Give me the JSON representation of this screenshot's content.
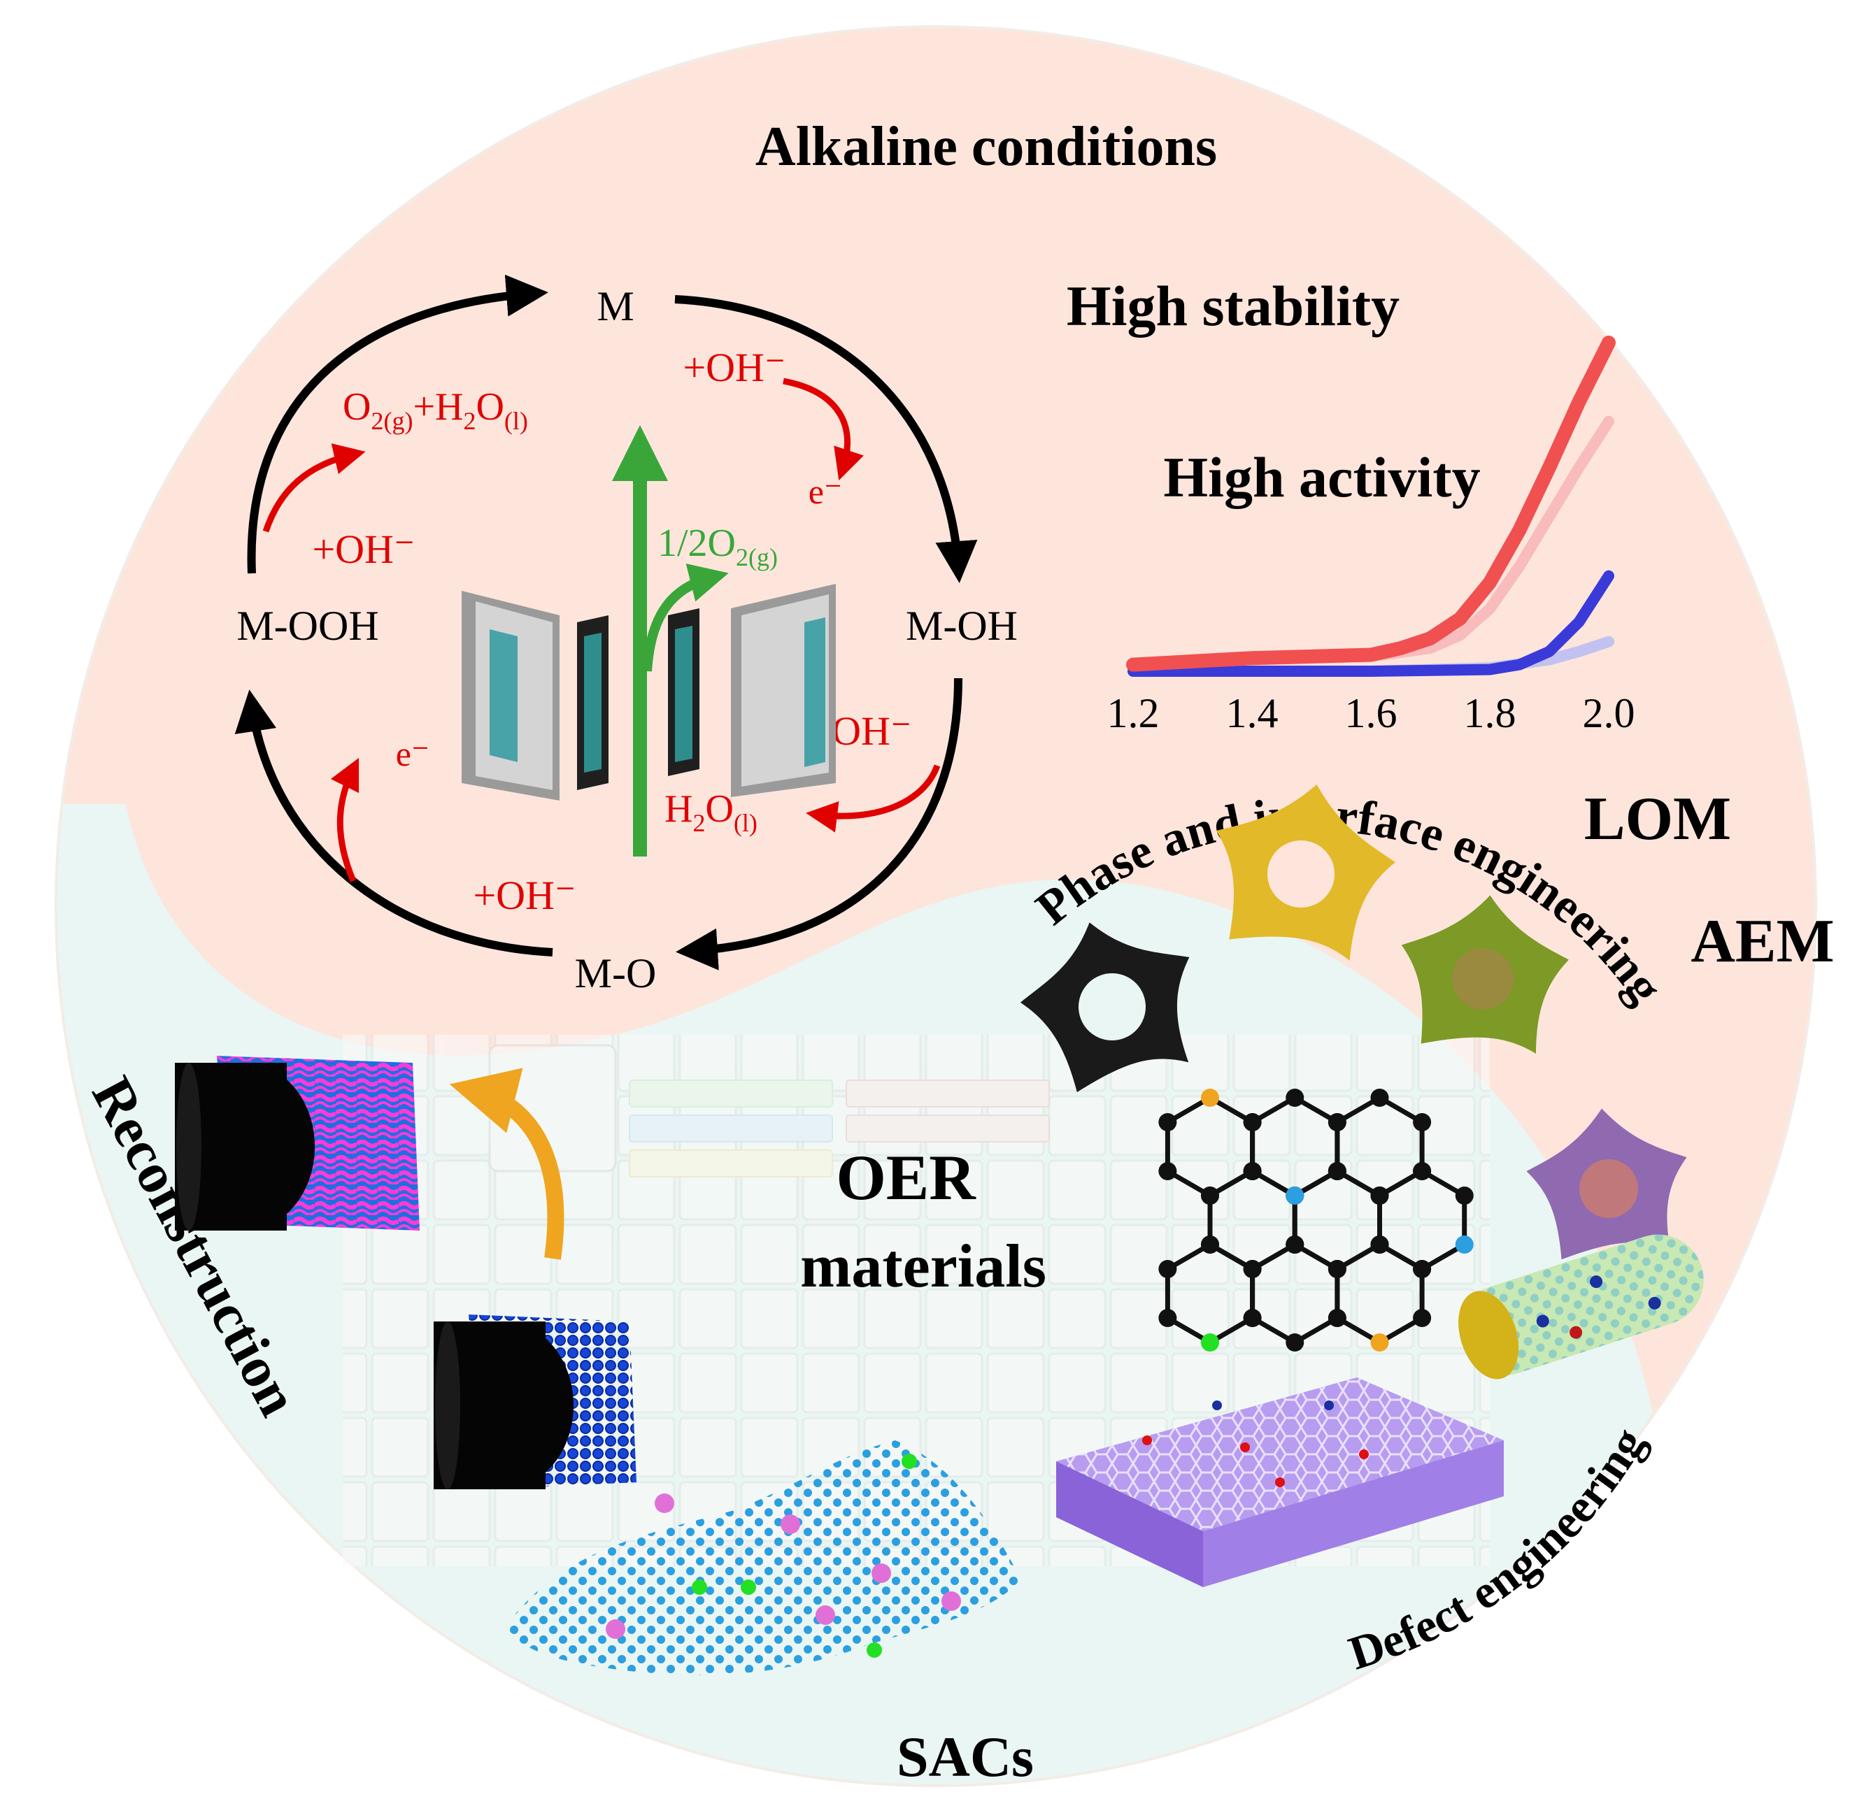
{
  "header": {
    "alkaline": "Alkaline conditions",
    "stability": "High stability",
    "activity": "High activity"
  },
  "cycle": {
    "m": "M",
    "m_oh": "M-OH",
    "m_o": "M-O",
    "m_ooh": "M-OOH",
    "oh_top_right": "+OH⁻",
    "e_right": "e⁻",
    "oh_left": "+OH⁻",
    "o2_h2o_1": "O",
    "o2_h2o_sub1": "2(g)",
    "o2_h2o_2": "+H",
    "o2_h2o_sub2": "2",
    "o2_h2o_3": "O",
    "o2_h2o_sub3": "(l)",
    "oh_right_lower": "+OH⁻",
    "h2o_1": "H",
    "h2o_sub1": "2",
    "h2o_2": "O",
    "h2o_sub2": "(l)",
    "e_left": "e⁻",
    "oh_bottom": "+OH⁻",
    "half_o2_1": "1/2O",
    "half_o2_sub": "2(g)"
  },
  "chart_data": {
    "type": "line",
    "x_ticks": [
      "1.2",
      "1.4",
      "1.6",
      "1.8",
      "2.0"
    ],
    "xlim": [
      1.2,
      2.0
    ],
    "ylim": [
      0,
      1
    ],
    "series": [
      {
        "color": "#f15050",
        "x": [
          1.2,
          1.4,
          1.6,
          1.65,
          1.7,
          1.75,
          1.8,
          1.85,
          1.9,
          1.95,
          2.0
        ],
        "values": [
          0.02,
          0.04,
          0.05,
          0.07,
          0.1,
          0.16,
          0.27,
          0.43,
          0.62,
          0.82,
          1.0
        ]
      },
      {
        "color": "#f8bcbc",
        "x": [
          1.2,
          1.4,
          1.6,
          1.7,
          1.75,
          1.8,
          1.85,
          1.9,
          1.95,
          2.0
        ],
        "values": [
          0.02,
          0.035,
          0.045,
          0.07,
          0.11,
          0.19,
          0.32,
          0.47,
          0.62,
          0.76
        ]
      },
      {
        "color": "#3a3ad8",
        "x": [
          1.2,
          1.6,
          1.8,
          1.85,
          1.9,
          1.95,
          2.0
        ],
        "values": [
          0.0,
          0.0,
          0.005,
          0.02,
          0.06,
          0.15,
          0.29
        ]
      },
      {
        "color": "#c2c2f0",
        "x": [
          1.2,
          1.6,
          1.8,
          1.9,
          1.95,
          2.0
        ],
        "values": [
          0.0,
          0.0,
          0.01,
          0.035,
          0.06,
          0.09
        ]
      }
    ]
  },
  "labels": {
    "lom": "LOM",
    "aem": "AEM",
    "phase": "Phase and interface engineering",
    "defect": "Defect engineering",
    "reconstruction": "Reconstruction",
    "oer": "OER",
    "materials": "materials",
    "sacs": "SACs"
  },
  "colors": {
    "top_bg": "#fde5dc",
    "bottom_bg": "#eaf6f3",
    "red": "#e00000",
    "green": "#3aa63a",
    "orange": "#f0a520"
  },
  "icons": {
    "cell": "electrolyzer-cell-icon",
    "cube_before": "cube-reconstructed-icon",
    "cube_after": "cube-pristine-icon",
    "graphene": "hexagonal-lattice-icon",
    "nanotube": "nanotube-icon",
    "sheet": "doped-sheet-icon",
    "sac": "single-atom-catalyst-icon",
    "star": "star-particle-icon"
  }
}
